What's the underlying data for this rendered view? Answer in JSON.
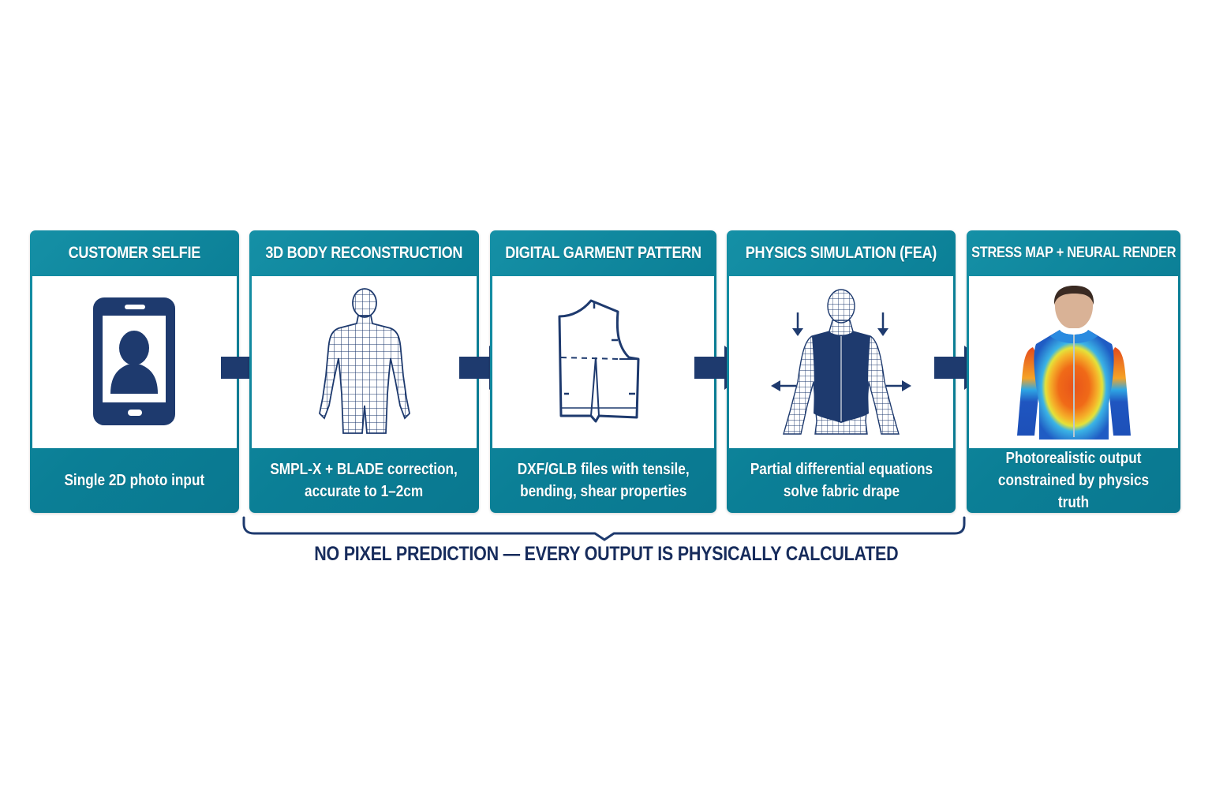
{
  "colors": {
    "teal": "#0b8399",
    "navy": "#1e3a6e",
    "caption": "#172c5c",
    "white": "#ffffff"
  },
  "steps": [
    {
      "title": "CUSTOMER SELFIE",
      "icon": "smartphone-selfie-icon",
      "description": "Single 2D photo input"
    },
    {
      "title": "3D BODY RECONSTRUCTION",
      "icon": "wireframe-body-mesh-icon",
      "description": "SMPL-X + BLADE correction,\naccurate to 1–2cm"
    },
    {
      "title": "DIGITAL GARMENT PATTERN",
      "icon": "garment-pattern-icon",
      "description": "DXF/GLB files with tensile,\nbending, shear properties"
    },
    {
      "title": "PHYSICS SIMULATION (FEA)",
      "icon": "vest-force-simulation-icon",
      "description": "Partial differential equations\nsolve fabric drape"
    },
    {
      "title": "STRESS MAP + NEURAL RENDER",
      "icon": "stress-heatmap-render-icon",
      "description": "Photorealistic output\nconstrained by physics truth"
    }
  ],
  "caption": "NO PIXEL PREDICTION — EVERY OUTPUT IS PHYSICALLY CALCULATED"
}
